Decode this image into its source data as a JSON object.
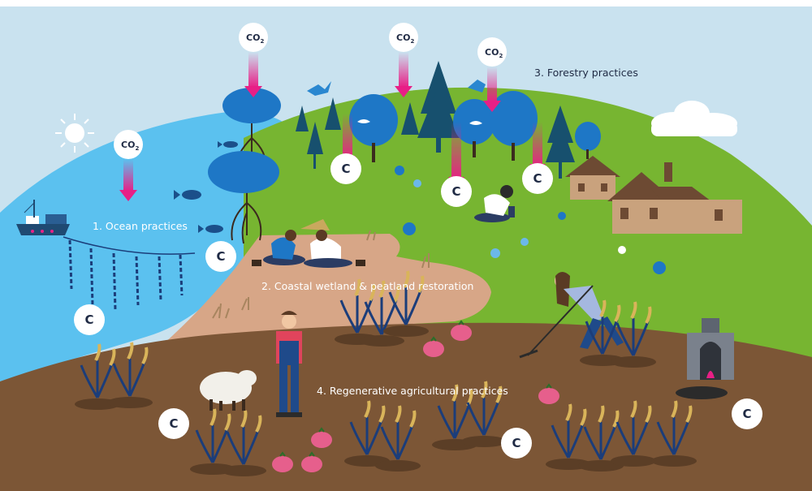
{
  "labels": {
    "ocean": "1. Ocean practices",
    "coastal": "2. Coastal wetland & peatland restoration",
    "forestry": "3. Forestry practices",
    "agri": "4. Regenerative agricultural practices"
  },
  "co2_text": "CO",
  "co2_sub": "2",
  "carbon_text": "C",
  "co2_arrows": [
    {
      "id": "ocean"
    },
    {
      "id": "mangrove"
    },
    {
      "id": "forest-center"
    },
    {
      "id": "forest-right"
    }
  ],
  "carbon_markers": [
    {
      "id": "ocean"
    },
    {
      "id": "mangrove"
    },
    {
      "id": "forest-1"
    },
    {
      "id": "forest-2"
    },
    {
      "id": "forest-3"
    },
    {
      "id": "soil-left"
    },
    {
      "id": "soil-center"
    },
    {
      "id": "biochar"
    }
  ],
  "colors": {
    "sky": "#c9e2ef",
    "ocean": "#5bc1ef",
    "grass": "#77b531",
    "wetland": "#d7a687",
    "soil": "#7c5636",
    "tree": "#1e77c6",
    "conifer": "#17506e",
    "arrow": "#e81f86",
    "text_dark": "#1f2a44"
  }
}
